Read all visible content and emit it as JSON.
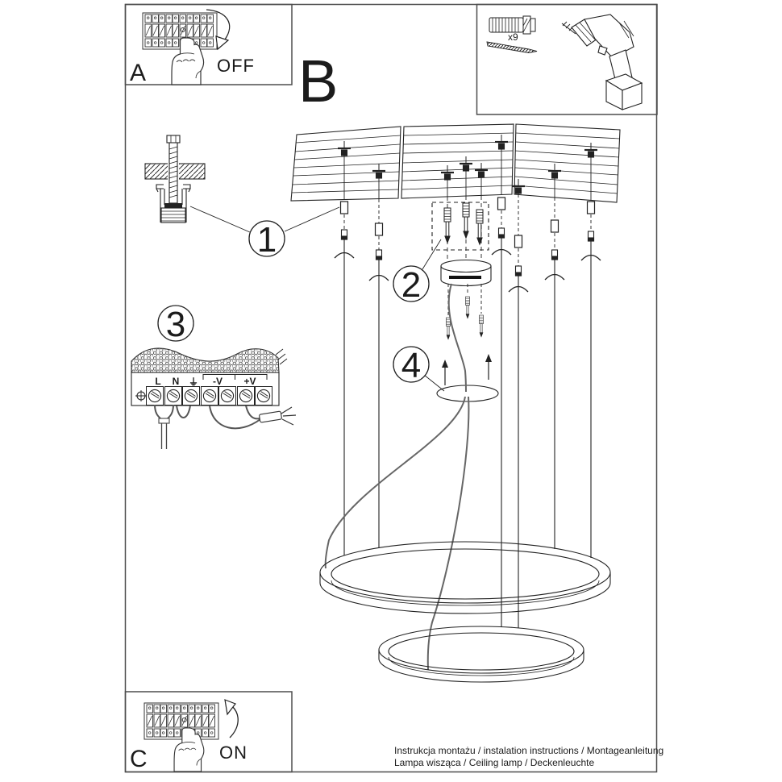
{
  "steps": {
    "a": {
      "label": "A",
      "action": "OFF"
    },
    "b": {
      "label": "B"
    },
    "c": {
      "label": "C",
      "action": "ON"
    }
  },
  "tools": {
    "anchor_quantity": "x9"
  },
  "callouts": {
    "one": "1",
    "two": "2",
    "three": "3",
    "four": "4"
  },
  "terminals": {
    "l": "L",
    "n": "N",
    "ground": "⏚",
    "vminus": "-V",
    "vplus": "+V"
  },
  "footer": {
    "line1": "Instrukcja montażu / instalation instructions / Montageanleitung",
    "line2": "Lampa wisząca / Ceiling lamp / Deckenleuchte"
  },
  "colors": {
    "ink": "#222222",
    "frame": "#4d4d4d",
    "paper": "#ffffff"
  }
}
